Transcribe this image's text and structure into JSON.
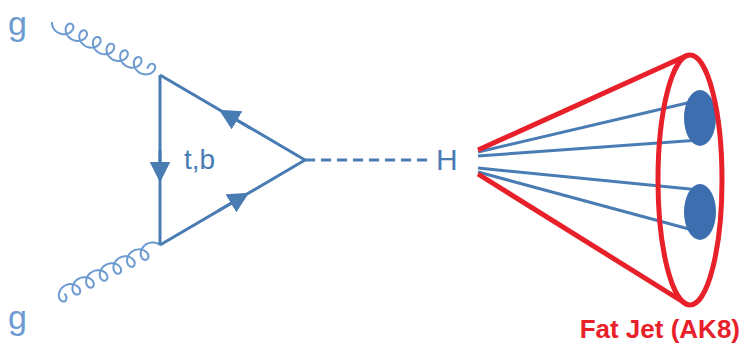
{
  "diagram": {
    "labels": [
      "g",
      "g",
      "t,b",
      "H",
      "Fat Jet (AK8)"
    ]
  }
}
